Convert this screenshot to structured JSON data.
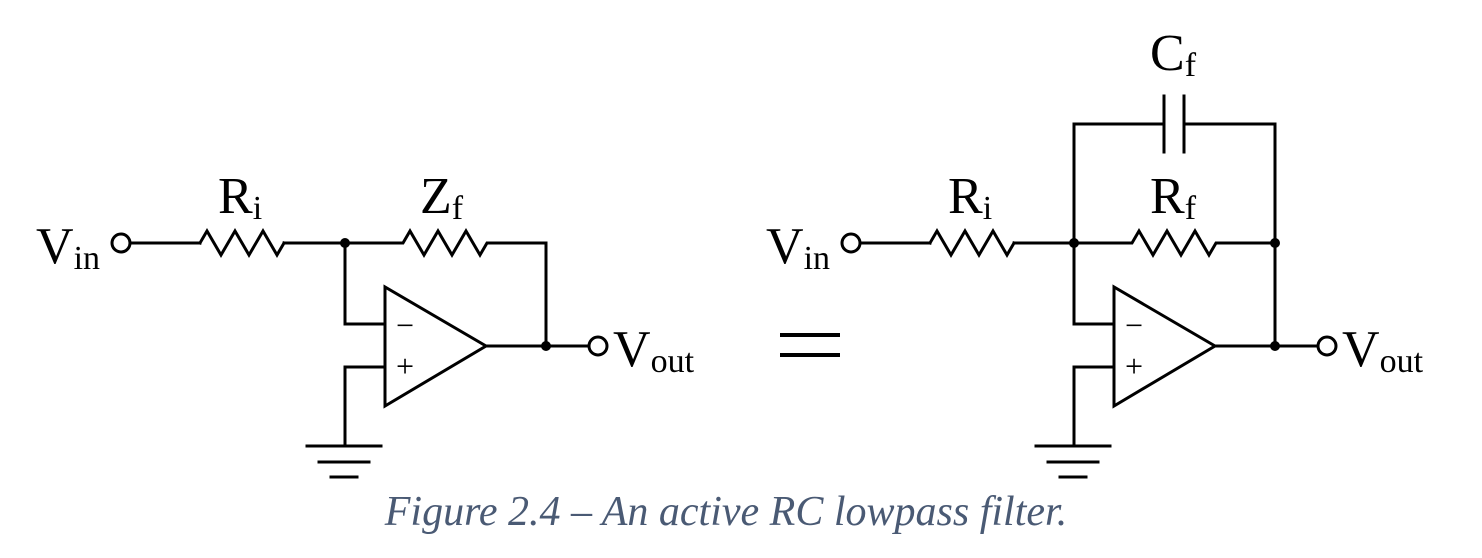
{
  "labels": {
    "left_vin_main": "V",
    "left_vin_sub": "in",
    "left_ri_main": "R",
    "left_ri_sub": "i",
    "left_zf_main": "Z",
    "left_zf_sub": "f",
    "left_vout_main": "V",
    "left_vout_sub": "out",
    "equals": "=",
    "right_vin_main": "V",
    "right_vin_sub": "in",
    "right_ri_main": "R",
    "right_ri_sub": "i",
    "right_cf_main": "C",
    "right_cf_sub": "f",
    "right_rf_main": "R",
    "right_rf_sub": "f",
    "right_vout_main": "V",
    "right_vout_sub": "out",
    "minus_sign": "−",
    "plus_sign": "+"
  },
  "caption": "Figure 2.4 – An active RC lowpass filter.",
  "colors": {
    "line": "#000000",
    "caption": "#4a5a74",
    "background": "#ffffff"
  }
}
